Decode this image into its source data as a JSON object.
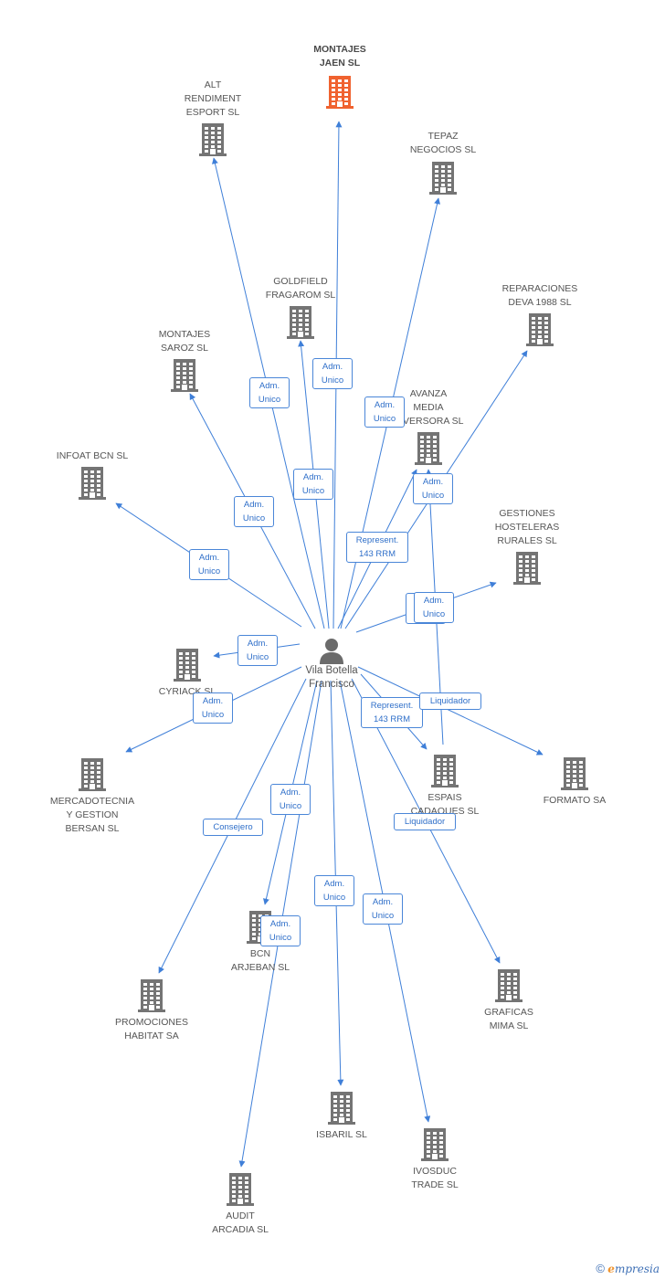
{
  "colors": {
    "edge": "#3f7fd8",
    "building": "#747474",
    "building_main": "#f0622f",
    "person": "#6b6b6b"
  },
  "center": {
    "name": "Vila Botella\nFrancisco"
  },
  "nodes": [
    {
      "id": "montajes-jaen",
      "label": "MONTAJES\nJAEN SL",
      "main": true
    },
    {
      "id": "alt-rendiment",
      "label": "ALT\nRENDIMENT\nESPORT SL"
    },
    {
      "id": "tepaz",
      "label": "TEPAZ\nNEGOCIOS SL"
    },
    {
      "id": "goldfield",
      "label": "GOLDFIELD\nFRAGAROM SL"
    },
    {
      "id": "reparaciones",
      "label": "REPARACIONES\nDEVA 1988 SL"
    },
    {
      "id": "montajes-saroz",
      "label": "MONTAJES\nSAROZ SL"
    },
    {
      "id": "avanza",
      "label": "AVANZA\nMEDIA\nINVERSORA SL"
    },
    {
      "id": "infoat",
      "label": "INFOAT BCN SL"
    },
    {
      "id": "gestiones",
      "label": "GESTIONES\nHOSTELERAS\nRURALES SL"
    },
    {
      "id": "cyriack",
      "label": "CYRIACK SL"
    },
    {
      "id": "mercadotecnia",
      "label": "MERCADOTECNIA\nY GESTION\nBERSAN SL"
    },
    {
      "id": "espais",
      "label": "ESPAIS\nCADAQUES SL"
    },
    {
      "id": "formato",
      "label": "FORMATO SA"
    },
    {
      "id": "bcn-arjeban",
      "label": "BCN\nARJEBAN SL"
    },
    {
      "id": "promociones",
      "label": "PROMOCIONES\nHABITAT SA"
    },
    {
      "id": "graficas",
      "label": "GRAFICAS\nMIMA SL"
    },
    {
      "id": "isbaril",
      "label": "ISBARIL SL"
    },
    {
      "id": "ivosduc",
      "label": "IVOSDUC\nTRADE SL"
    },
    {
      "id": "audit",
      "label": "AUDIT\nARCADIA  SL"
    }
  ],
  "edges": [
    {
      "to": "montajes-jaen",
      "label": "Adm.\nUnico"
    },
    {
      "to": "alt-rendiment",
      "label": "Adm.\nUnico"
    },
    {
      "to": "tepaz",
      "label": "Adm.\nUnico"
    },
    {
      "to": "goldfield",
      "label": "Adm.\nUnico"
    },
    {
      "to": "reparaciones",
      "label": "Adm.\nUnico"
    },
    {
      "to": "montajes-saroz",
      "label": "Adm.\nUnico"
    },
    {
      "to": "avanza",
      "label": "Represent.\n143 RRM"
    },
    {
      "to": "infoat",
      "label": "Adm.\nUnico"
    },
    {
      "to": "gestiones",
      "label": "Adm.\nUnico"
    },
    {
      "to": "cyriack",
      "label": "Adm.\nUnico"
    },
    {
      "to": "mercadotecnia",
      "label": "Adm.\nUnico"
    },
    {
      "to": "espais",
      "label": "Represent.\n143 RRM"
    },
    {
      "to": "formato",
      "label": "Liquidador"
    },
    {
      "to": "bcn-arjeban",
      "label": "Adm.\nUnico"
    },
    {
      "to": "promociones",
      "label": "Consejero"
    },
    {
      "to": "graficas",
      "label": "Liquidador"
    },
    {
      "to": "isbaril",
      "label": "Adm.\nUnico"
    },
    {
      "to": "ivosduc",
      "label": "Adm.\nUnico"
    },
    {
      "to": "audit",
      "label": "Adm.\nUnico"
    },
    {
      "to": "avanza",
      "label": "Adm.\nUnico"
    }
  ],
  "footer": {
    "copyright": "©",
    "brand_initial": "e",
    "brand_rest": "mpresia"
  }
}
